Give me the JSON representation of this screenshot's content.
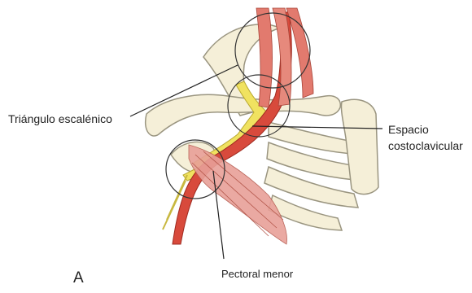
{
  "labels": {
    "triangulo": "Triángulo escalénico",
    "espacio_line1": "Espacio",
    "espacio_line2": "costoclavicular",
    "pectoral": "Pectoral menor",
    "panel": "A"
  },
  "colors": {
    "bone_fill": "#f5efd8",
    "bone_stroke": "#9a9580",
    "artery": "#d84a3c",
    "muscle": "#e27a6e",
    "nerve_plexus": "#f0e260",
    "leader_line": "#222222"
  }
}
